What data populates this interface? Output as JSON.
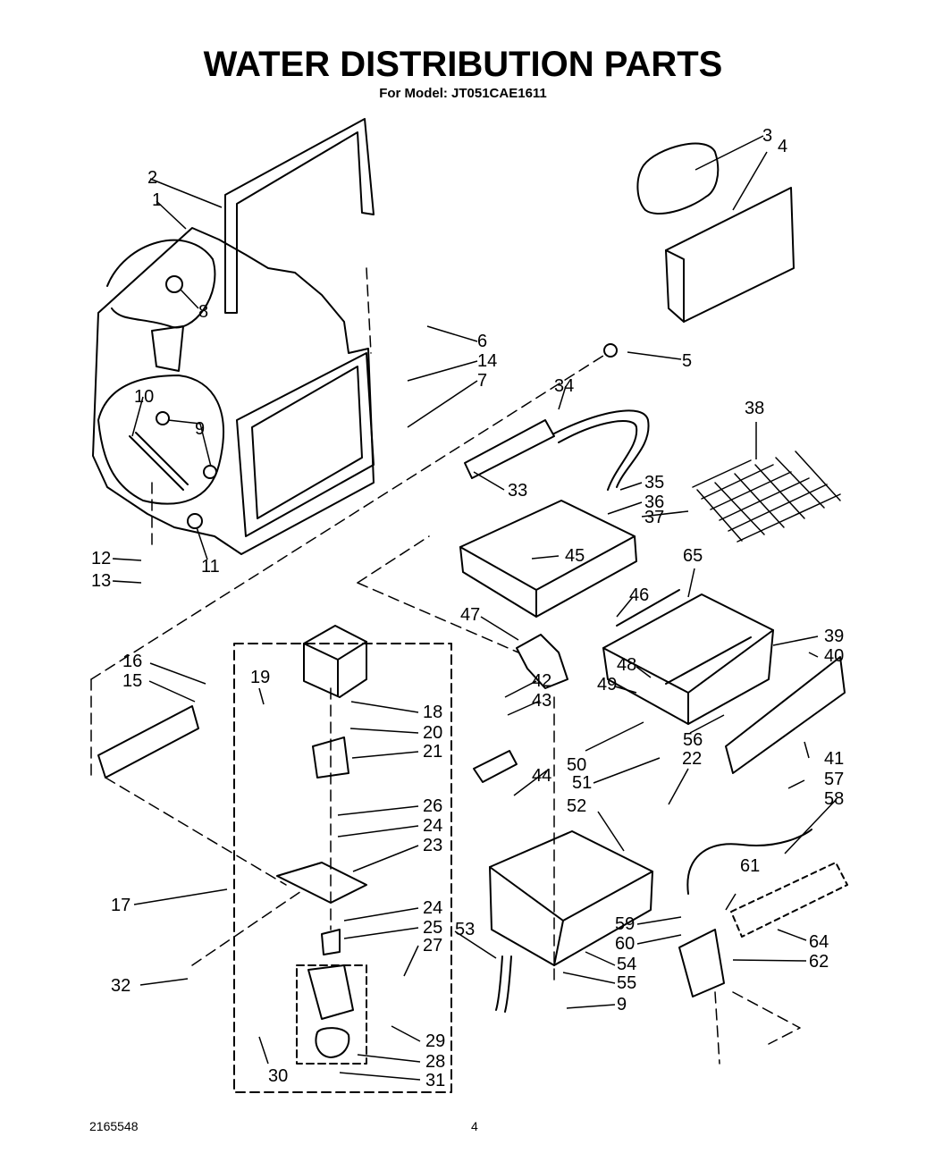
{
  "title": "WATER DISTRIBUTION PARTS",
  "subtitle": "For Model: JT051CAE1611",
  "footer": {
    "doc_number": "2165548",
    "page_number": "4"
  },
  "callouts": [
    "1",
    "2",
    "3",
    "4",
    "5",
    "6",
    "7",
    "8",
    "9",
    "10",
    "11",
    "12",
    "13",
    "14",
    "15",
    "16",
    "17",
    "18",
    "19",
    "20",
    "21",
    "22",
    "23",
    "24",
    "24",
    "25",
    "26",
    "27",
    "28",
    "29",
    "30",
    "31",
    "32",
    "33",
    "34",
    "35",
    "36",
    "37",
    "38",
    "39",
    "40",
    "41",
    "42",
    "43",
    "44",
    "45",
    "46",
    "47",
    "48",
    "49",
    "50",
    "51",
    "52",
    "53",
    "54",
    "55",
    "9",
    "56",
    "57",
    "58",
    "59",
    "60",
    "61",
    "62",
    "64",
    "65"
  ]
}
